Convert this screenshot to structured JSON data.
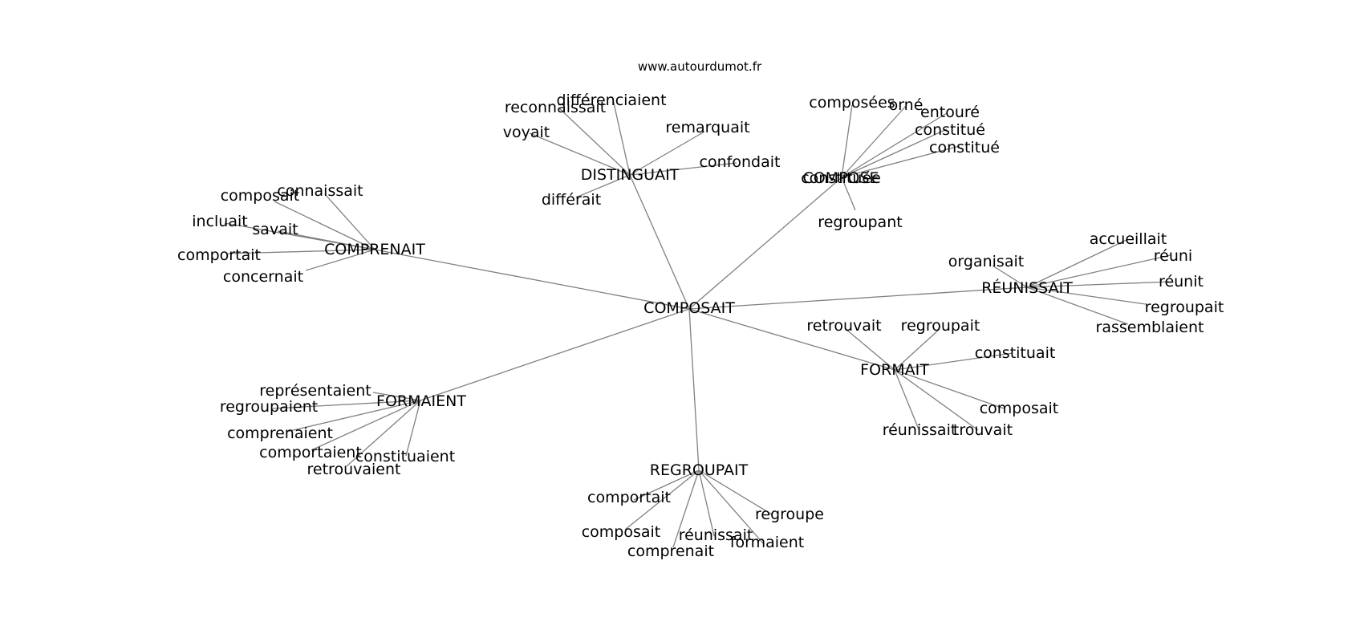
{
  "source": "www.autourdumot.fr",
  "graph": {
    "center": "COMPOSAIT",
    "edge_color": "#808080",
    "hubs": [
      {
        "label": "COMPRENAIT",
        "leaves": [
          "composait",
          "connaissait",
          "incluait",
          "savait",
          "comportait",
          "concernait"
        ]
      },
      {
        "label": "DISTINGUAIT",
        "leaves": [
          "différenciaient",
          "reconnaissait",
          "voyait",
          "remarquait",
          "confondait",
          "différait"
        ]
      },
      {
        "label": "COMPOSE",
        "leaves": [
          "composées",
          "orné",
          "entouré",
          "constitué",
          "constitué",
          "regroupant",
          "constituée"
        ]
      },
      {
        "label": "RÉUNISSAIT",
        "leaves": [
          "organisait",
          "accueillait",
          "réuni",
          "réunit",
          "regroupait",
          "rassemblaient"
        ]
      },
      {
        "label": "FORMAIT",
        "leaves": [
          "retrouvait",
          "regroupait",
          "constituait",
          "composait",
          "trouvait",
          "réunissait"
        ]
      },
      {
        "label": "REGROUPAIT",
        "leaves": [
          "comportait",
          "composait",
          "comprenait",
          "réunissait",
          "formaient",
          "regroupe"
        ]
      },
      {
        "label": "FORMAIENT",
        "leaves": [
          "représentaient",
          "regroupaient",
          "comprenaient",
          "comportaient",
          "retrouvaient",
          "constituaient"
        ]
      }
    ]
  }
}
